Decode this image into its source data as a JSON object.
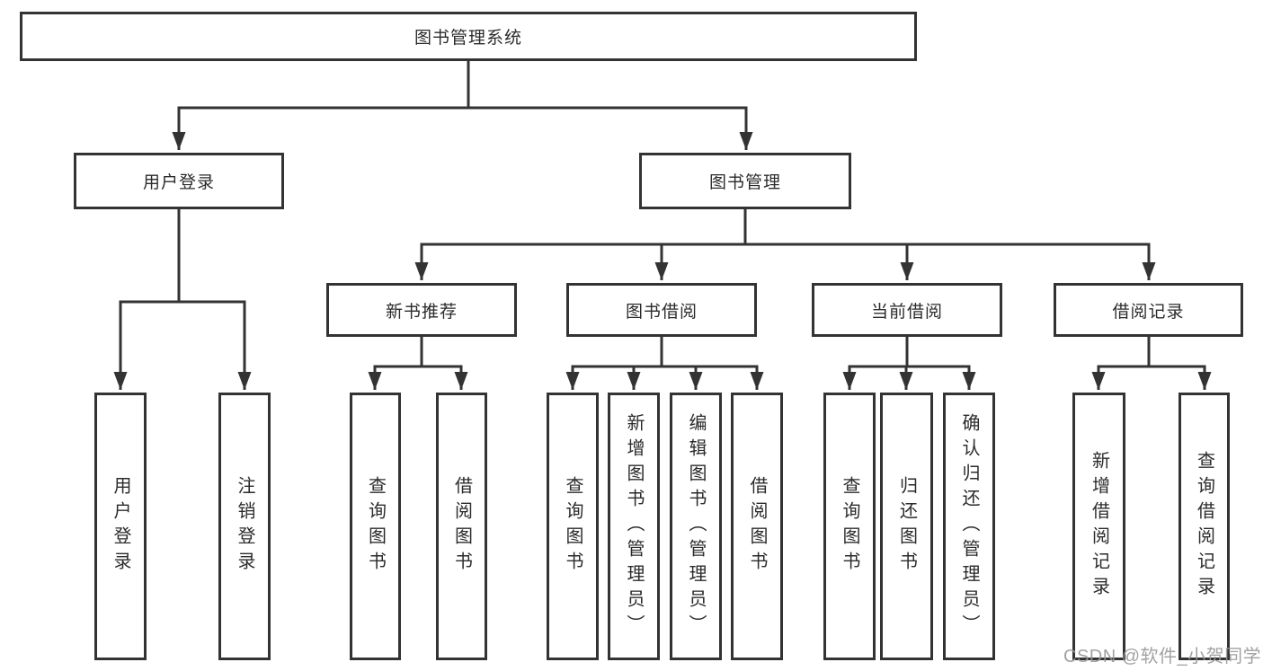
{
  "diagram": {
    "root_label": "图书管理系统",
    "level2": [
      {
        "label": "用户登录"
      },
      {
        "label": "图书管理"
      }
    ],
    "level3": [
      {
        "label": "新书推荐"
      },
      {
        "label": "图书借阅"
      },
      {
        "label": "当前借阅"
      },
      {
        "label": "借阅记录"
      }
    ],
    "leaves": {
      "user_login": [
        "用户登录",
        "注销登录"
      ],
      "new_book": [
        "查询图书",
        "借阅图书"
      ],
      "book_borrow": [
        "查询图书",
        "新增图书（管理员）",
        "编辑图书（管理员）",
        "借阅图书"
      ],
      "current_borrow": [
        "查询图书",
        "归还图书",
        "确认归还（管理员）"
      ],
      "borrow_records": [
        "新增借阅记录",
        "查询借阅记录"
      ]
    }
  },
  "watermark": {
    "text": "CSDN @软件_小贺同学"
  },
  "colors": {
    "line": "#333333",
    "text": "#2b2b2b",
    "watermark": "#989898",
    "background": "#ffffff"
  }
}
